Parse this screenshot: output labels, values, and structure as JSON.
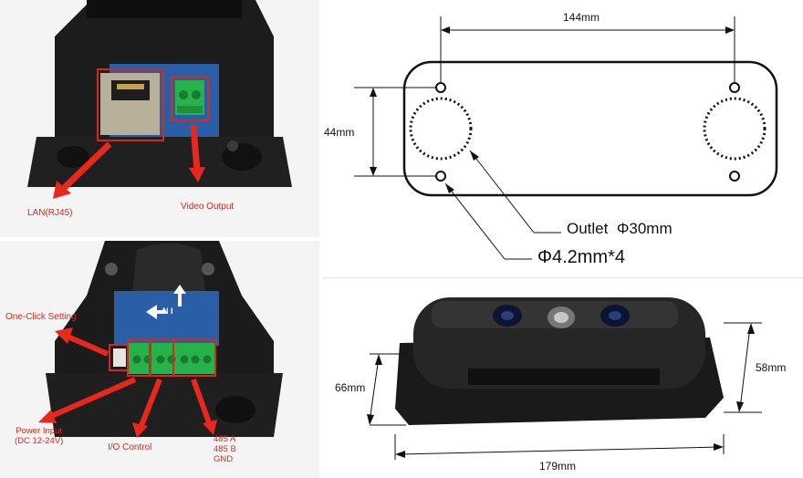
{
  "top_photo": {
    "labels": {
      "lan": "LAN(RJ45)",
      "video": "Video Output"
    }
  },
  "bottom_photo": {
    "labels": {
      "one_click": "One-Click Setting",
      "power_line1": "Power Input",
      "power_line2": "(DC 12-24V)",
      "io": "I/O Control",
      "rs485_a": "485 A",
      "rs485_b": "485 B",
      "gnd": "GND",
      "board_marking": "N I"
    }
  },
  "mount_drawing": {
    "width_label": "144mm",
    "height_label": "44mm",
    "outlet_word": "Outlet",
    "outlet_dim": "Φ30mm",
    "hole_label": "Φ4.2mm*4"
  },
  "device_photo": {
    "height_left": "66mm",
    "height_right": "58mm",
    "length": "179mm"
  },
  "colors": {
    "annotation_red": "#d42a1e",
    "terminal_green": "#27b24a",
    "board_blue": "#2a5fa8"
  }
}
